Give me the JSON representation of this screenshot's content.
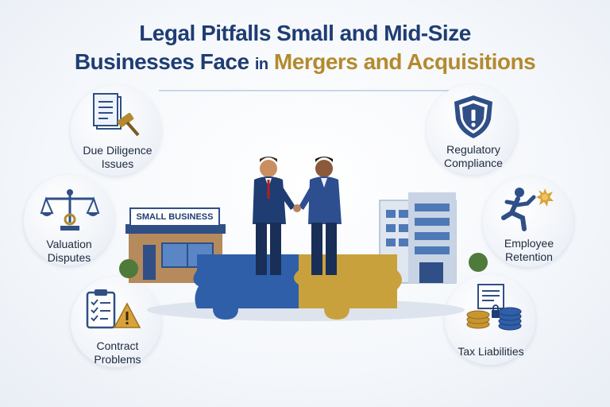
{
  "title": {
    "line1": "Legal Pitfalls Small and Mid-Size",
    "line2_part1": "Businesses Face",
    "line2_part2": "in",
    "line2_part3": "Mergers and Acquisitions"
  },
  "items": [
    {
      "line1": "Due Diligence",
      "line2": "Issues",
      "icon": "document-gavel-icon"
    },
    {
      "line1": "Valuation",
      "line2": "Disputes",
      "icon": "scales-icon"
    },
    {
      "line1": "Contract",
      "line2": "Problems",
      "icon": "clipboard-warning-icon"
    },
    {
      "line1": "Regulatory",
      "line2": "Compliance",
      "icon": "shield-alert-icon"
    },
    {
      "line1": "Employee",
      "line2": "Retention",
      "icon": "running-person-icon"
    },
    {
      "line1": "Tax Liabilities",
      "line2": "",
      "icon": "coins-document-icon"
    }
  ],
  "sign": "SMALL BUSINESS",
  "colors": {
    "navy": "#1f3d73",
    "gold": "#b38a2e",
    "blue": "#2f5fa8"
  }
}
